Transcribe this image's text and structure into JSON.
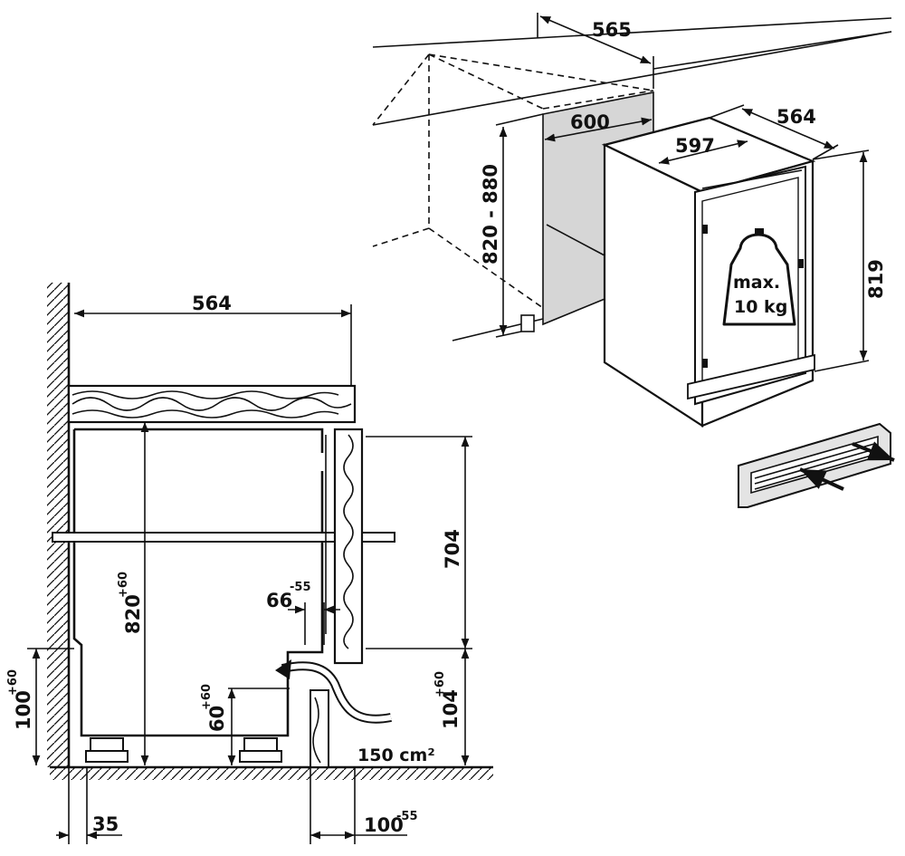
{
  "side_view": {
    "depth_top": "564",
    "height": "820",
    "height_tol": "+60",
    "door_height": "704",
    "offset_66": "66",
    "offset_66_tol": "-55",
    "plinth_left": "100",
    "plinth_left_tol": "+60",
    "foot_60": "60",
    "foot_60_tol": "+60",
    "plinth_right": "104",
    "plinth_right_tol": "+60",
    "vent_area": "150 cm²",
    "bottom_35": "35",
    "bottom_100": "100",
    "bottom_100_tol": "-55"
  },
  "iso_view": {
    "niche_depth": "565",
    "niche_width": "600",
    "niche_height": "820 - 880",
    "unit_width": "597",
    "unit_depth": "564",
    "unit_height": "819",
    "load_line1": "max.",
    "load_line2": "10 kg"
  }
}
